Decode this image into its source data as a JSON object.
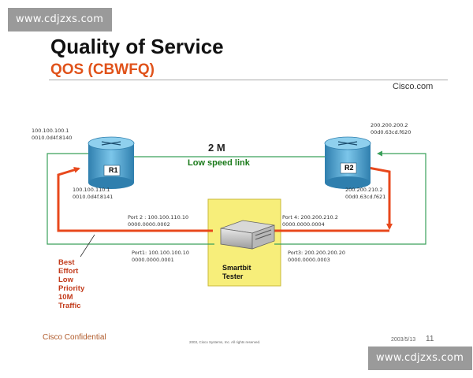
{
  "watermark": {
    "top": "www.cdjzxs.com",
    "bottom": "www.cdjzxs.com"
  },
  "slide": {
    "title": "Quality of Service",
    "subtitle": "QOS (CBWFQ)",
    "brand": "Cisco.com",
    "confidential": "Cisco Confidential",
    "copyright": "2003, Cisco Systems, Inc. All rights reserved.",
    "date": "2003/5/13",
    "page": "11"
  },
  "diagram": {
    "link": {
      "speed": "2 M",
      "name": "Low speed link"
    },
    "routers": [
      {
        "label": "R1",
        "top_ip": "100.100.100.1",
        "top_mac": "0010.0d4f.8140",
        "bottom_ip": "100.100.110.1",
        "bottom_mac": "0010.0d4f.8141"
      },
      {
        "label": "R2",
        "top_ip": "200.200.200.2",
        "top_mac": "00d0.63cd.f620",
        "bottom_ip": "200.200.210.2",
        "bottom_mac": "00d0.63cd.f621"
      }
    ],
    "ports": [
      {
        "name": "Port 2 : 100.100.110.10",
        "mac": "0000.0000.0002"
      },
      {
        "name": "Port 4: 200.200.210.2",
        "mac": "0000.0000.0004"
      },
      {
        "name": "Port1: 100.100.100.10",
        "mac": "0000.0000.0001"
      },
      {
        "name": "Port3: 200.200.200.20",
        "mac": "0000.0000.0003"
      }
    ],
    "device": {
      "line1": "Smartbit",
      "line2": "Tester"
    },
    "traffic": [
      "Best",
      "Effort",
      "Low",
      "Priority",
      "10M",
      "Traffic"
    ],
    "colors": {
      "traffic_arrow": "#e8481c",
      "green_link": "#3aa05a",
      "device_box": "#f7ee7a",
      "router": "#5aaed6"
    }
  }
}
